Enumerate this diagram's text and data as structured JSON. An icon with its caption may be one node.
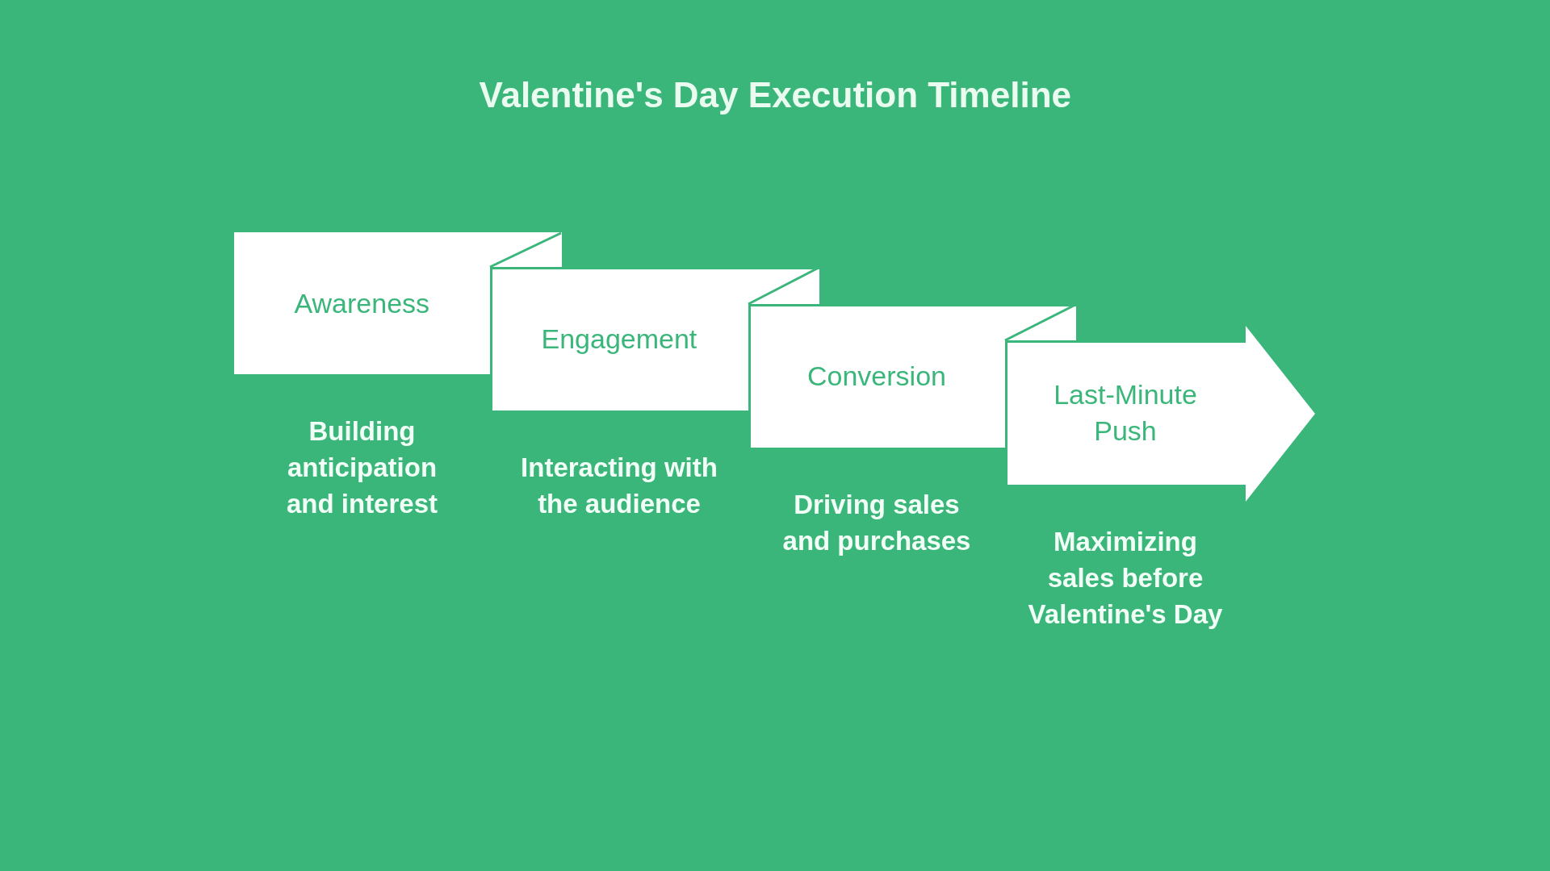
{
  "diagram": {
    "title": "Valentine's Day Execution Timeline",
    "nodes": [
      {
        "text": [
          "Awareness"
        ],
        "beside": [
          "Building anticipation and interest"
        ]
      },
      {
        "text": [
          "Engagement"
        ],
        "beside": [
          "Interacting with the audience"
        ]
      },
      {
        "text": [
          "Conversion"
        ],
        "beside": [
          "Driving sales and purchases"
        ]
      },
      {
        "text": [
          "Last-Minute Push"
        ],
        "beside": [
          "Maximizing sales before Valentine's Day"
        ]
      }
    ]
  }
}
